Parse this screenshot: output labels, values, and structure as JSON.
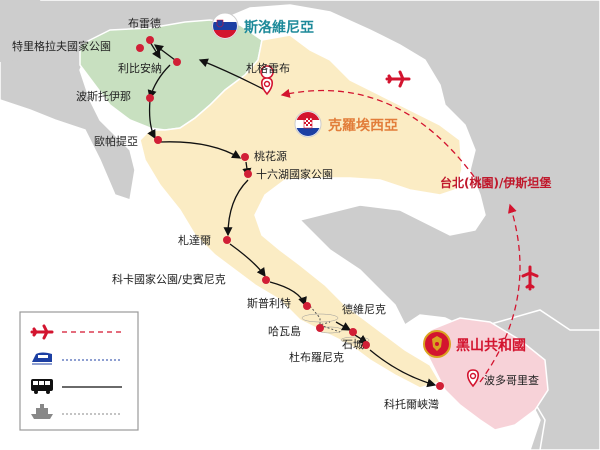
{
  "countries": {
    "slovenia": "斯洛維尼亞",
    "croatia": "克羅埃西亞",
    "montenegro": "黑山共和國"
  },
  "route_label": "台北(桃園)/伊斯坦堡",
  "places": {
    "bled": "布雷德",
    "triglav": "特里格拉夫國家公園",
    "ljubljana": "利比安納",
    "postojna": "波斯托伊那",
    "opatija": "歐帕提亞",
    "zagreb": "札格雷布",
    "taoyuan": "桃花源",
    "plitvice": "十六湖國家公園",
    "zadar": "札達爾",
    "krka": "科卡國家公園/史賓尼克",
    "split": "斯普利特",
    "hvar": "哈瓦島",
    "dubrovnik_old": "德維尼克",
    "ston": "石城",
    "dubrovnik": "杜布羅尼克",
    "kotor": "科托爾峽灣",
    "podgorica": "波多哥里查"
  },
  "colors": {
    "sea": "#ffffff",
    "neighbors": "#cdcdcd",
    "slovenia": "#c8e0c0",
    "croatia": "#fbecc4",
    "montenegro": "#f7d2d8",
    "route_red": "#d3142f",
    "point_red": "#d11f36"
  },
  "legend": {
    "flight": "plane-icon",
    "train": "train-icon",
    "bus": "bus-icon",
    "ferry": "ferry-icon"
  }
}
